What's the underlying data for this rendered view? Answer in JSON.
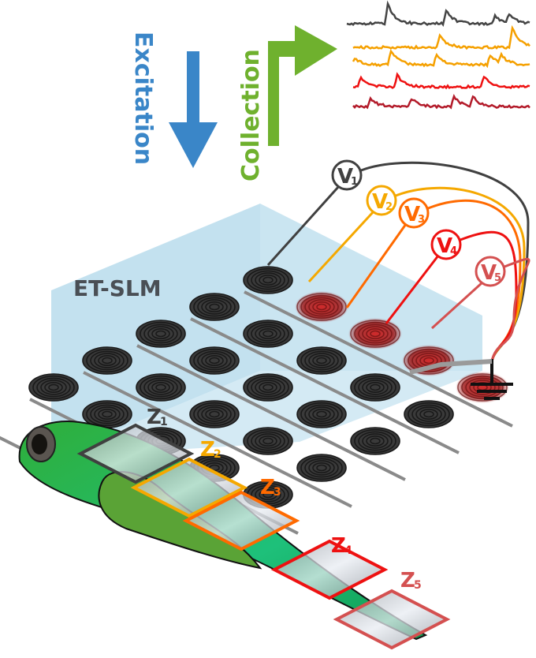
{
  "title": "ET-SLM multi-plane excitation and collection schematic",
  "arrows": {
    "excitation": {
      "label": "Excitation",
      "color": "#3a86c8"
    },
    "collection": {
      "label": "Collection",
      "color": "#6fb12e"
    }
  },
  "device": {
    "label": "ET-SLM",
    "panel_color": "#b8dcec",
    "grid_rows": 5,
    "grid_cols": 5
  },
  "voltages": [
    {
      "symbol": "V",
      "sub": "1",
      "color": "#404040"
    },
    {
      "symbol": "V",
      "sub": "2",
      "color": "#f5a800"
    },
    {
      "symbol": "V",
      "sub": "3",
      "color": "#ff6a00"
    },
    {
      "symbol": "V",
      "sub": "4",
      "color": "#ee1111"
    },
    {
      "symbol": "V",
      "sub": "5",
      "color": "#d45050"
    }
  ],
  "traces": [
    {
      "name": "trace-1",
      "color": "#454545"
    },
    {
      "name": "trace-2",
      "color": "#f5a000"
    },
    {
      "name": "trace-3",
      "color": "#f5a000"
    },
    {
      "name": "trace-4",
      "color": "#ee1111"
    },
    {
      "name": "trace-5",
      "color": "#b31b2a"
    }
  ],
  "planes": [
    {
      "symbol": "Z",
      "sub": "1",
      "color": "#404040"
    },
    {
      "symbol": "Z",
      "sub": "2",
      "color": "#f5a800"
    },
    {
      "symbol": "Z",
      "sub": "3",
      "color": "#ff6a00"
    },
    {
      "symbol": "Z",
      "sub": "4",
      "color": "#ee1111"
    },
    {
      "symbol": "Z",
      "sub": "5",
      "color": "#d45050"
    }
  ],
  "ground": {
    "symbol": "ground"
  }
}
